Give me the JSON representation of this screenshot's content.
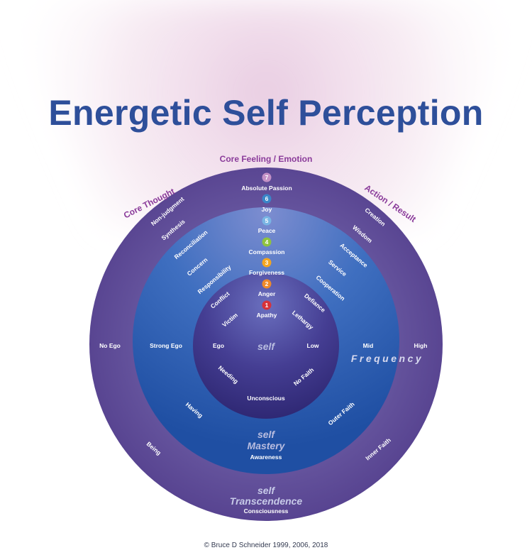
{
  "title": "Energetic Self Perception",
  "copyright": "© Bruce D Schneider 1999, 2006, 2018",
  "colors": {
    "title": "#2e4f9a",
    "outer_ring": "#5f4b97",
    "middle_ring": "#2a5cab",
    "inner_circle": "#3c3583",
    "headings": "#8a3b9a",
    "glow": "#ecd3e6"
  },
  "headings": {
    "core_feeling": "Core Feeling / Emotion",
    "core_thought": "Core Thought",
    "action_result": "Action / Result"
  },
  "levels": [
    {
      "number": "1",
      "emotion": "Apathy",
      "color": "#d7323a"
    },
    {
      "number": "2",
      "emotion": "Anger",
      "color": "#ef8a2a"
    },
    {
      "number": "3",
      "emotion": "Forgiveness",
      "color": "#f3a61f"
    },
    {
      "number": "4",
      "emotion": "Compassion",
      "color": "#8fc33f"
    },
    {
      "number": "5",
      "emotion": "Peace",
      "color": "#79b5e4"
    },
    {
      "number": "6",
      "emotion": "Joy",
      "color": "#3a85c8"
    },
    {
      "number": "7",
      "emotion": "Absolute Passion",
      "color": "#c491c6"
    }
  ],
  "core_thought": [
    "Victim",
    "Conflict",
    "Responsibility",
    "Concern",
    "Reconciliation",
    "Synthesis",
    "Non-judgment"
  ],
  "action_result": [
    "Lethargy",
    "Defiance",
    "Cooperation",
    "Service",
    "Acceptance",
    "Wisdom",
    "Creation"
  ],
  "ego": {
    "inner": "Ego",
    "middle": "Strong Ego",
    "outer": "No Ego"
  },
  "frequency": {
    "label": "Frequency",
    "inner": "Low",
    "middle": "Mid",
    "outer": "High"
  },
  "lower_left": {
    "inner": "Needing",
    "middle": "Having",
    "outer": "Being"
  },
  "lower_right": {
    "inner": "No Faith",
    "middle": "Outer Faith",
    "outer": "Inner Faith"
  },
  "stages": {
    "inner": {
      "line1": "self",
      "awareness": "Unconscious"
    },
    "middle": {
      "line1": "self",
      "line2": "Mastery",
      "awareness": "Awareness"
    },
    "outer": {
      "line1": "self",
      "line2": "Transcendence",
      "awareness": "Consciousness"
    }
  }
}
